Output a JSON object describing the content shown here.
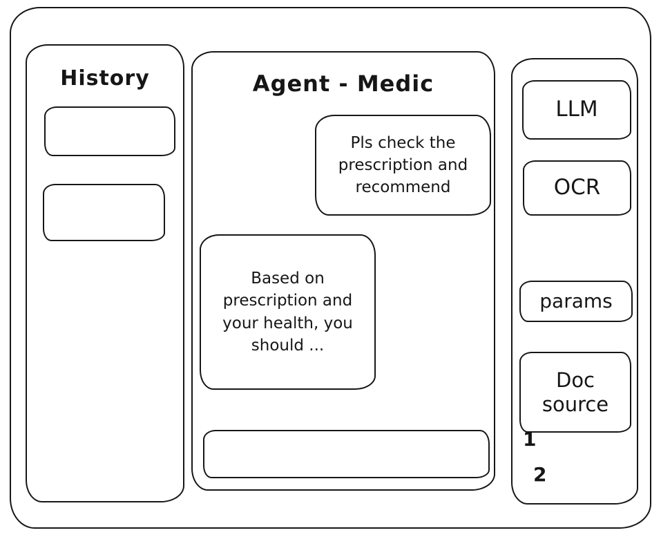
{
  "app": {
    "title": "Agent - Medic"
  },
  "history": {
    "title": "History"
  },
  "chat": {
    "user_message": "Pls check the prescription and recommend",
    "assistant_message": "Based on prescription and your health, you should ...",
    "input_value": ""
  },
  "tools": {
    "llm_label": "LLM",
    "ocr_label": "OCR",
    "params_label": "params",
    "doc_source_label": "Doc source",
    "doc_items": [
      "1",
      "2"
    ]
  },
  "colors": {
    "ink": "#161616",
    "background": "#ffffff"
  }
}
